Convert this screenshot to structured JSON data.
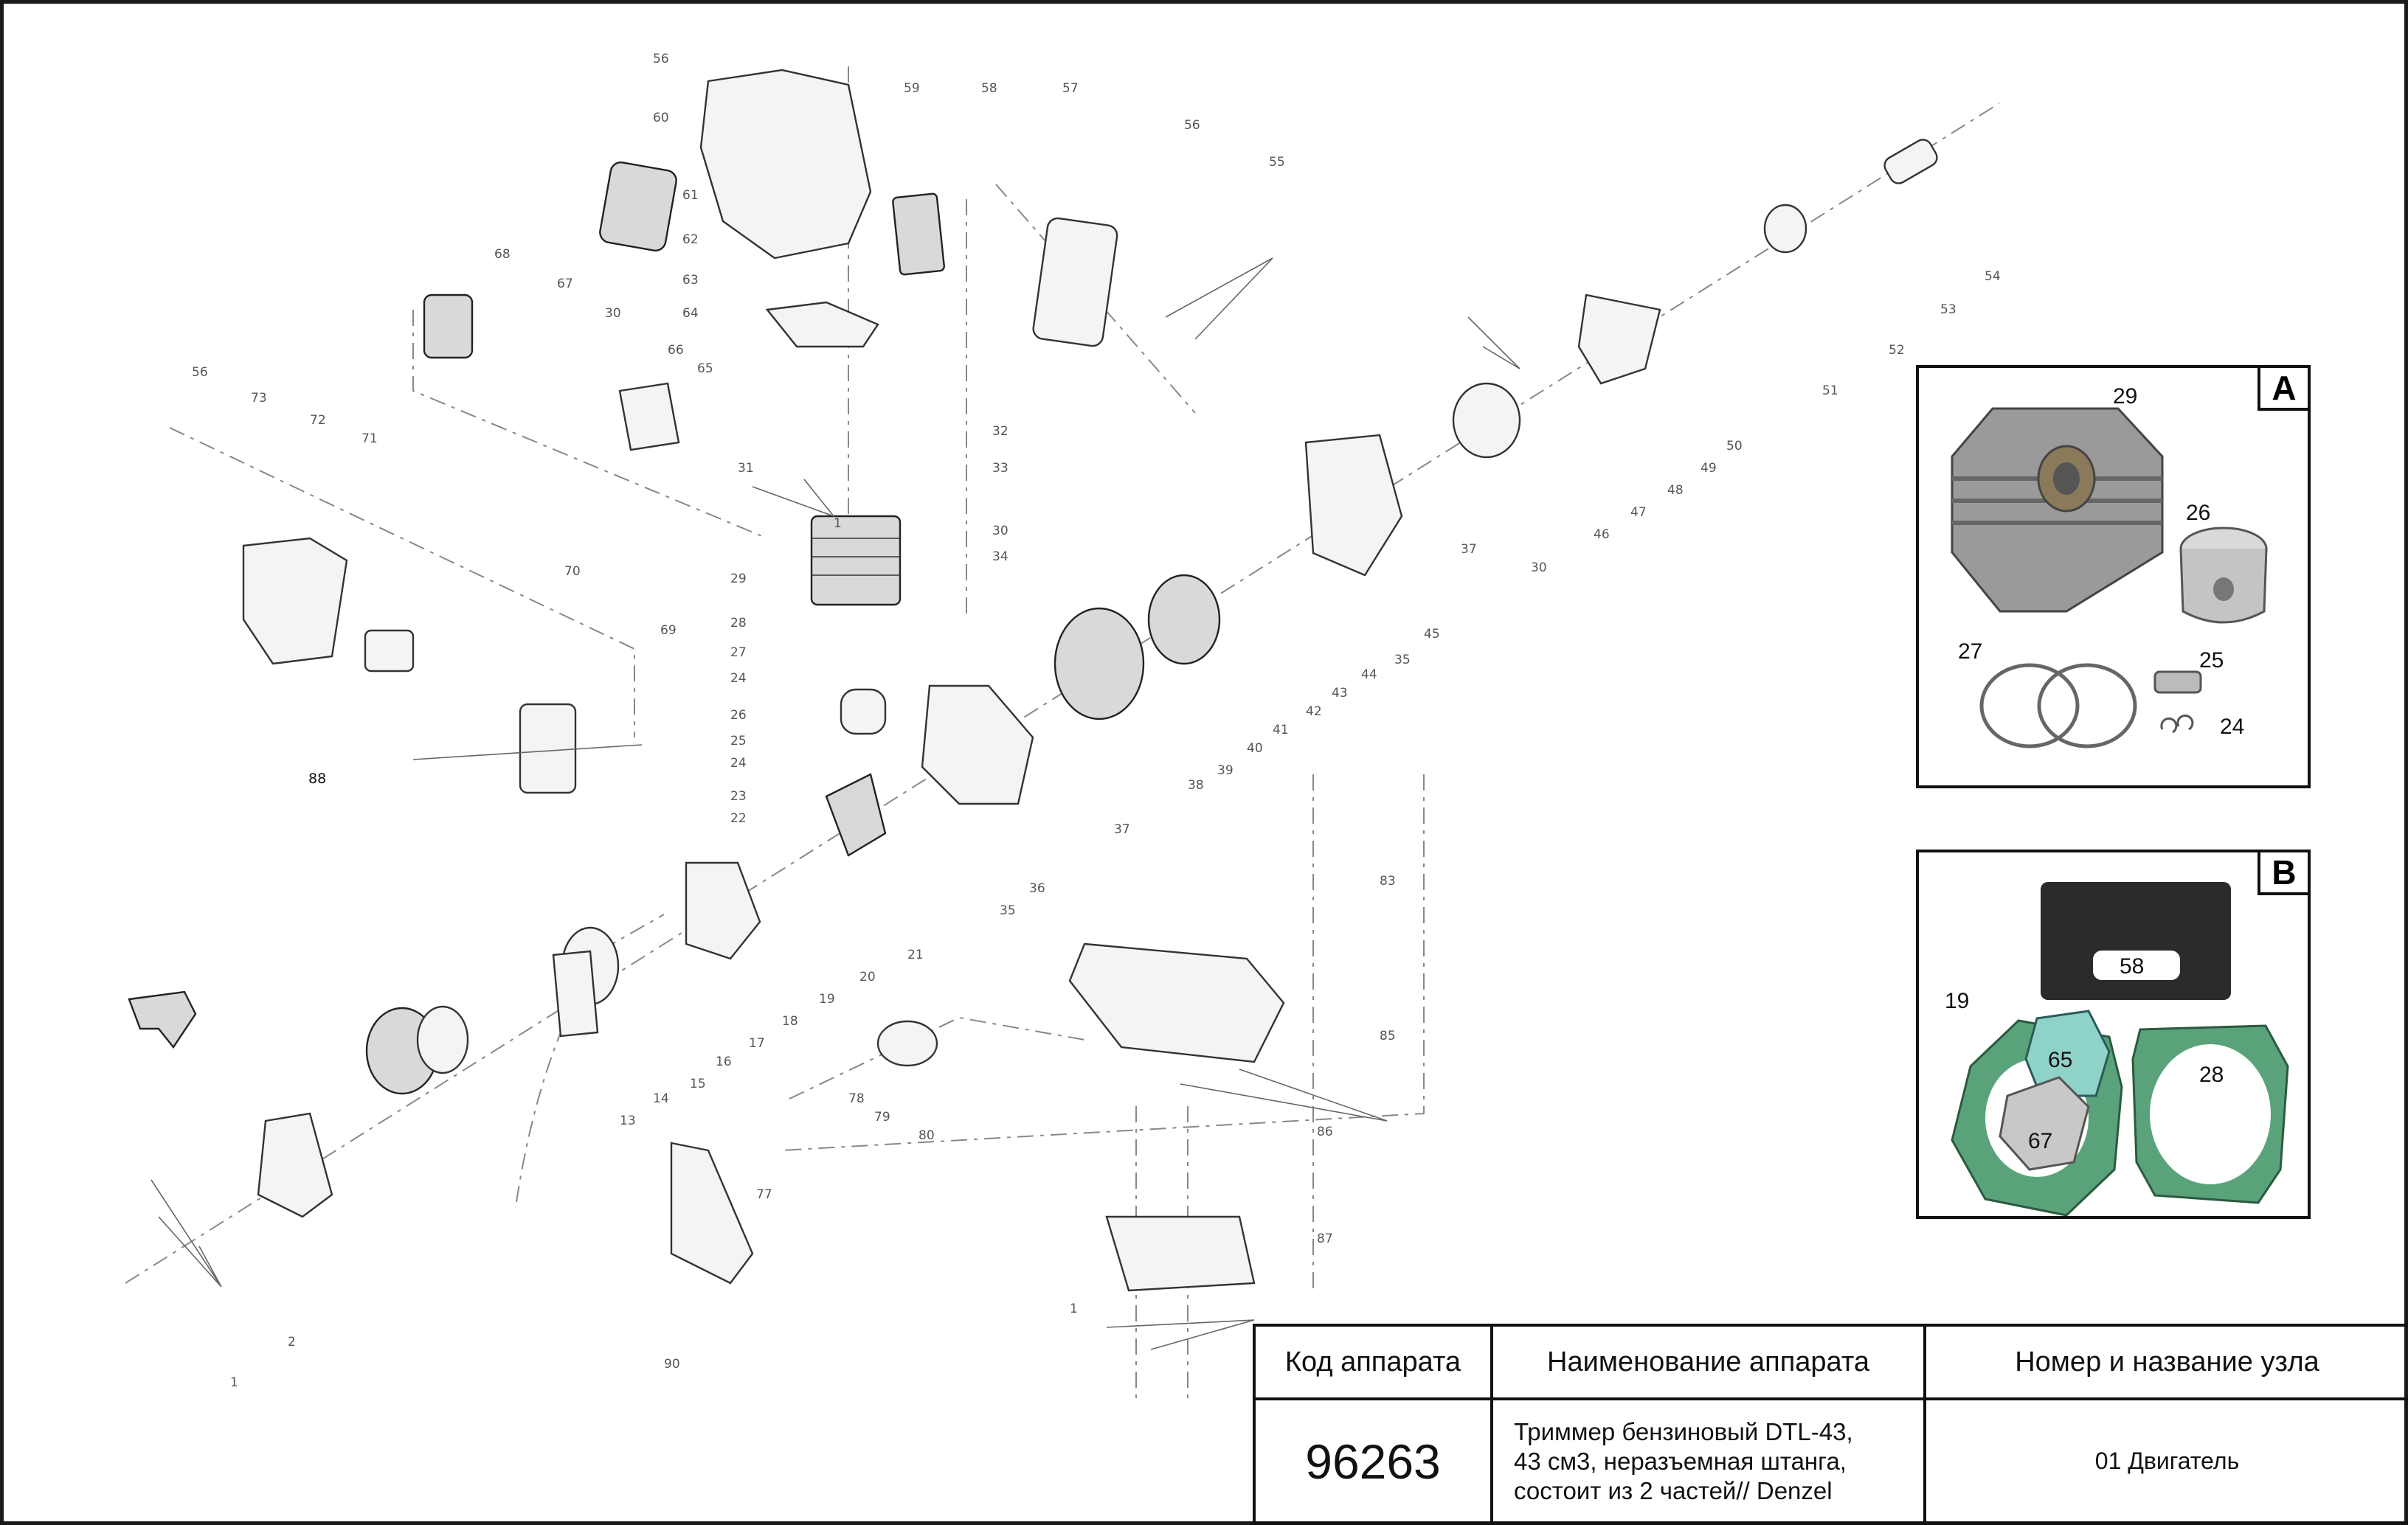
{
  "diagram": {
    "callouts": {
      "c1a": "1",
      "c1b": "1",
      "c1c": "1",
      "c2": "2",
      "c13": "13",
      "c14": "14",
      "c15": "15",
      "c16": "16",
      "c17": "17",
      "c18": "18",
      "c19": "19",
      "c20": "20",
      "c21": "21",
      "c22": "22",
      "c23": "23",
      "c24a": "24",
      "c24b": "24",
      "c25": "25",
      "c26": "26",
      "c27": "27",
      "c28": "28",
      "c29": "29",
      "c30a": "30",
      "c30b": "30",
      "c30c": "30",
      "c31": "31",
      "c32": "32",
      "c33": "33",
      "c34": "34",
      "c35a": "35",
      "c35b": "35",
      "c36": "36",
      "c37a": "37",
      "c37b": "37",
      "c38": "38",
      "c39": "39",
      "c40": "40",
      "c41": "41",
      "c42": "42",
      "c43": "43",
      "c44": "44",
      "c45": "45",
      "c46": "46",
      "c47": "47",
      "c48": "48",
      "c49": "49",
      "c50": "50",
      "c51": "51",
      "c52": "52",
      "c53": "53",
      "c54": "54",
      "c55": "55",
      "c56a": "56",
      "c56b": "56",
      "c56c": "56",
      "c57": "57",
      "c58": "58",
      "c59": "59",
      "c60": "60",
      "c61": "61",
      "c62": "62",
      "c63": "63",
      "c64": "64",
      "c65": "65",
      "c66": "66",
      "c67": "67",
      "c68": "68",
      "c69": "69",
      "c70": "70",
      "c71": "71",
      "c72": "72",
      "c73": "73",
      "c77": "77",
      "c78": "78",
      "c79": "79",
      "c80": "80",
      "c83": "83",
      "c85": "85",
      "c86": "86",
      "c87": "87",
      "c88": "88",
      "c90": "90"
    }
  },
  "inset_a": {
    "letter": "A",
    "labels": {
      "cylinder": "29",
      "piston": "26",
      "rings": "27",
      "pin": "25",
      "clips": "24"
    }
  },
  "inset_b": {
    "letter": "B",
    "labels": {
      "gasket_top": "58",
      "gasket_crank": "19",
      "gasket_carb": "65",
      "gasket_intake": "67",
      "gasket_cyl": "28"
    }
  },
  "title_block": {
    "header_code": "Код аппарата",
    "header_name": "Наименование аппарата",
    "header_node": "Номер и название узла",
    "code": "96263",
    "name_line1": "Триммер бензиновый DTL-43,",
    "name_line2": "43 см3, неразъемная штанга,",
    "name_line3": "состоит из 2 частей// Denzel",
    "node": "01 Двигатель"
  }
}
